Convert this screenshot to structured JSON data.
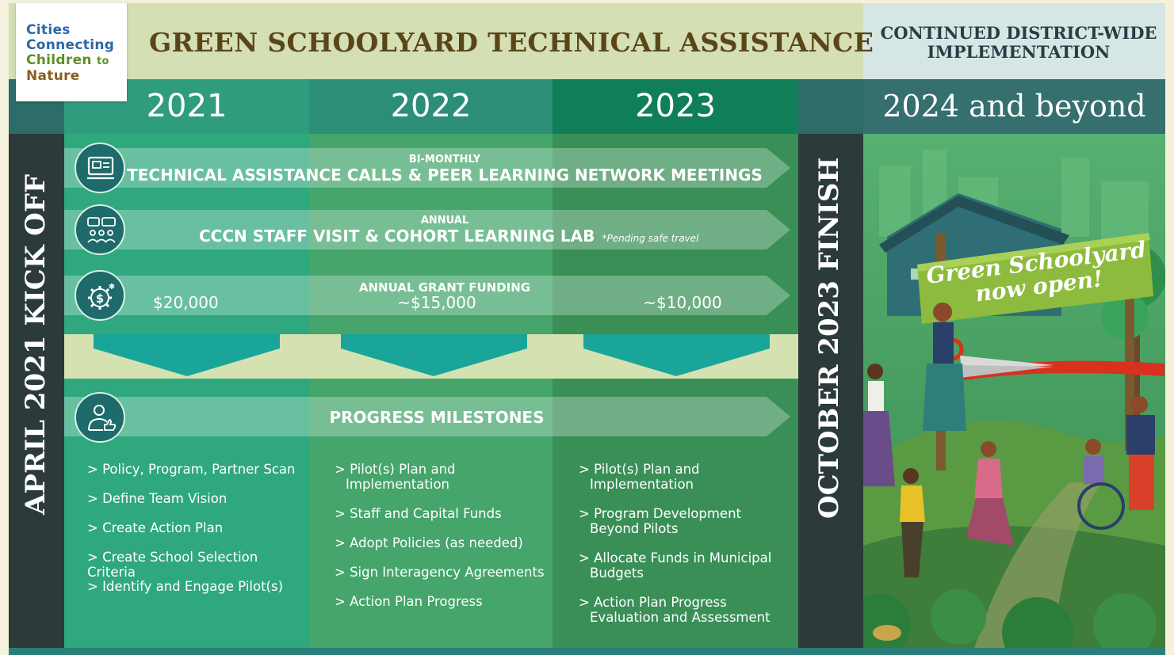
{
  "logo": {
    "line1": "Cities",
    "line2": "Connecting",
    "line3a": "Children",
    "line3b": "to",
    "line4": "Nature"
  },
  "header": {
    "title": "GREEN SCHOOLYARD TECHNICAL ASSISTANCE",
    "right_title_line1": "CONTINUED DISTRICT-WIDE",
    "right_title_line2": "IMPLEMENTATION"
  },
  "years": {
    "y2021": "2021",
    "y2022": "2022",
    "y2023": "2023",
    "beyond": "2024 and beyond"
  },
  "sides": {
    "kickoff": "APRIL 2021 KICK OFF",
    "finish": "OCTOBER 2023 FINISH"
  },
  "bands": {
    "calls": {
      "small": "BI-MONTHLY",
      "main": "TECHNICAL ASSISTANCE CALLS & PEER LEARNING NETWORK MEETINGS",
      "icon": "video-call-icon"
    },
    "visit": {
      "small": "ANNUAL",
      "main": "CCCN STAFF VISIT & COHORT LEARNING LAB",
      "note": "*Pending safe travel",
      "icon": "group-chat-icon"
    },
    "funding": {
      "small": "ANNUAL GRANT FUNDING",
      "amount2021": "$20,000",
      "amount2022": "~$15,000",
      "amount2023": "~$10,000",
      "icon": "money-gear-icon"
    },
    "milestones": {
      "main": "PROGRESS MILESTONES",
      "icon": "person-thumbs-up-icon"
    }
  },
  "milestones": {
    "col2021": [
      "> Policy, Program, Partner Scan",
      "> Define Team Vision",
      "> Create Action Plan",
      "> Create School Selection Criteria",
      "> Identify and Engage Pilot(s)"
    ],
    "col2022": [
      [
        "> Pilot(s) Plan and",
        "Implementation"
      ],
      [
        "> Staff and Capital Funds"
      ],
      [
        "> Adopt Policies (as needed)"
      ],
      [
        "> Sign Interagency Agreements"
      ],
      [
        "> Action Plan Progress"
      ]
    ],
    "col2023": [
      [
        "> Pilot(s) Plan and",
        "Implementation"
      ],
      [
        "> Program Development",
        "Beyond Pilots"
      ],
      [
        "> Allocate Funds in Municipal",
        "Budgets"
      ],
      [
        "> Action Plan Progress",
        "Evaluation and Assessment"
      ]
    ]
  },
  "illustration": {
    "sign_line1": "Green Schoolyard",
    "sign_line2": "now open!"
  },
  "colors": {
    "dark_teal": "#2c6c69",
    "green": "#2fa87d",
    "title_brown": "#5a4519",
    "light_band": "#d4e2b2"
  }
}
